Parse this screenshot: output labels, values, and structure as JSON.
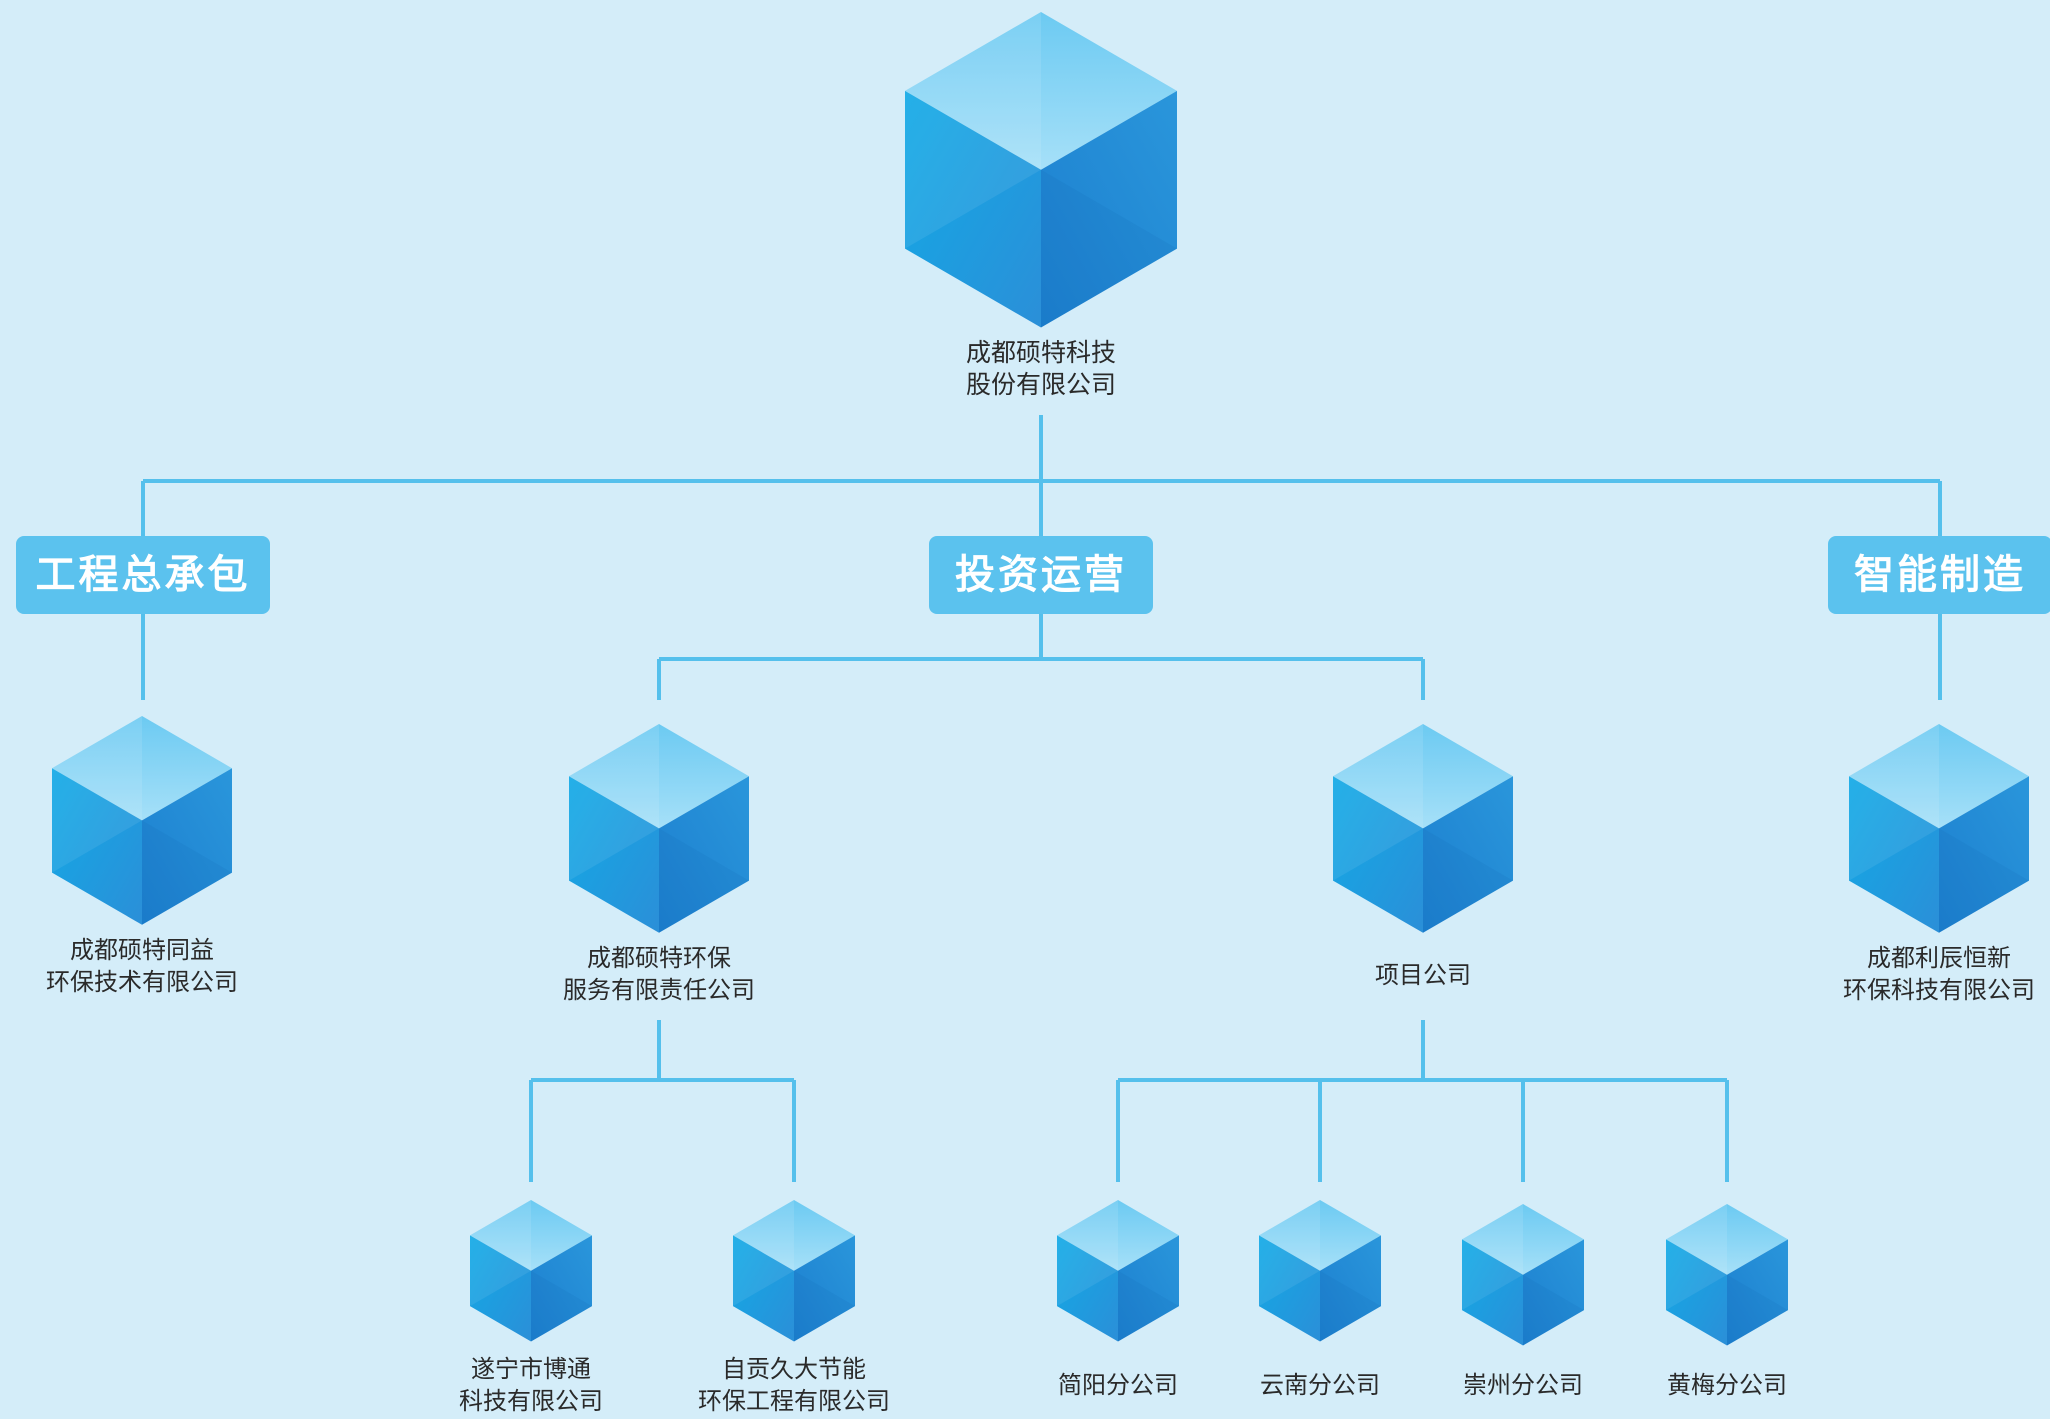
{
  "root": {
    "lines": [
      "成都硕特科技",
      "股份有限公司"
    ],
    "icon": "cube-icon"
  },
  "categories": [
    {
      "id": "epc",
      "label": "工程总承包"
    },
    {
      "id": "investment",
      "label": "投资运营"
    },
    {
      "id": "manufacturing",
      "label": "智能制造"
    }
  ],
  "companies": [
    {
      "id": "tongyi",
      "lines": [
        "成都硕特同益",
        "环保技术有限公司"
      ]
    },
    {
      "id": "huanbao",
      "lines": [
        "成都硕特环保",
        "服务有限责任公司"
      ]
    },
    {
      "id": "xiangmu",
      "lines": [
        "项目公司"
      ]
    },
    {
      "id": "lichen",
      "lines": [
        "成都利辰恒新",
        "环保科技有限公司"
      ]
    },
    {
      "id": "suining",
      "lines": [
        "遂宁市博通",
        "科技有限公司"
      ]
    },
    {
      "id": "zigong",
      "lines": [
        "自贡久大节能",
        "环保工程有限公司"
      ]
    },
    {
      "id": "jianyang",
      "lines": [
        "简阳分公司"
      ]
    },
    {
      "id": "yunnan",
      "lines": [
        "云南分公司"
      ]
    },
    {
      "id": "chongzhou",
      "lines": [
        "崇州分公司"
      ]
    },
    {
      "id": "huangmei",
      "lines": [
        "黄梅分公司"
      ]
    }
  ],
  "colors": {
    "background": "#d4edf9",
    "connector": "#55c0ec",
    "category_fill": "#5bc2ee",
    "cube_light": "#8fd8f7",
    "cube_mid": "#23aae8",
    "cube_dark": "#1a7fd0"
  }
}
